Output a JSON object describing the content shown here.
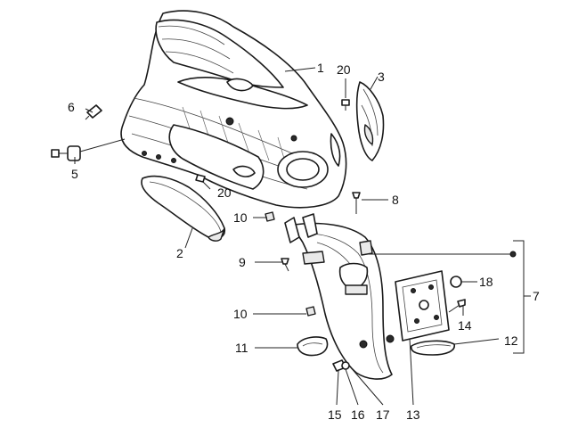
{
  "diagram": {
    "callouts": [
      {
        "id": "c1",
        "label": "1"
      },
      {
        "id": "c2",
        "label": "2"
      },
      {
        "id": "c3",
        "label": "3"
      },
      {
        "id": "c5",
        "label": "5"
      },
      {
        "id": "c6",
        "label": "6"
      },
      {
        "id": "c7",
        "label": "7"
      },
      {
        "id": "c8",
        "label": "8"
      },
      {
        "id": "c9",
        "label": "9"
      },
      {
        "id": "c10a",
        "label": "10"
      },
      {
        "id": "c10b",
        "label": "10"
      },
      {
        "id": "c11",
        "label": "11"
      },
      {
        "id": "c12",
        "label": "12"
      },
      {
        "id": "c13",
        "label": "13"
      },
      {
        "id": "c14",
        "label": "14"
      },
      {
        "id": "c15",
        "label": "15"
      },
      {
        "id": "c16",
        "label": "16"
      },
      {
        "id": "c17",
        "label": "17"
      },
      {
        "id": "c18",
        "label": "18"
      },
      {
        "id": "c20a",
        "label": "20"
      },
      {
        "id": "c20b",
        "label": "20"
      }
    ]
  }
}
